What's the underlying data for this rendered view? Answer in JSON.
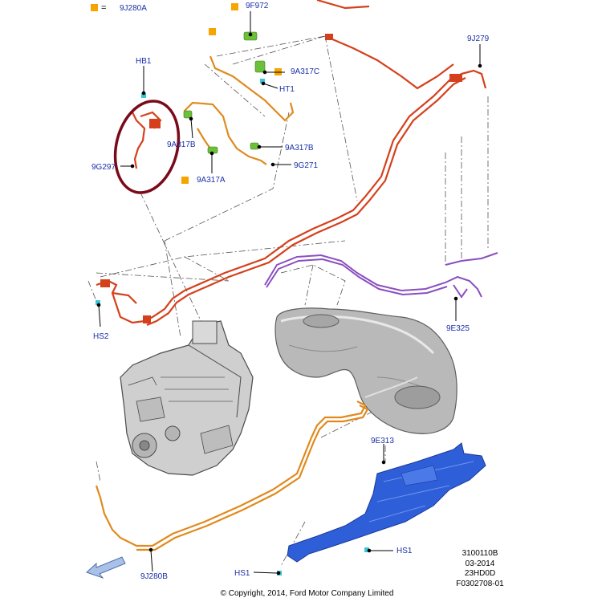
{
  "legend": {
    "equals": "=",
    "code": "9J280A",
    "marker_color": "#f5a400"
  },
  "labels": {
    "f972": "9F972",
    "hb1": "HB1",
    "a317c": "9A317C",
    "ht1": "HT1",
    "a317b_top": "9A317B",
    "a317b_right": "9A317B",
    "g297": "9G297",
    "g271": "9G271",
    "a317a": "9A317A",
    "j279": "9J279",
    "hs2": "HS2",
    "e325": "9E325",
    "e313": "9E313",
    "hs1_right": "HS1",
    "hs1_left": "HS1",
    "j280b": "9J280B"
  },
  "reference": [
    "3100110B",
    "03-2014",
    "23HD0D",
    "F0302708-01"
  ],
  "copyright": "© Copyright, 2014, Ford Motor Company Limited",
  "colors": {
    "fuel_line": "#d5401c",
    "vapor_line": "#e08a1e",
    "purge_line": "#8a4fc0",
    "shield": "#2f5fd8",
    "highlight_ring": "#7a0a1a",
    "label": "#1a2fa8",
    "connector_green": "#6cc03a",
    "clip_cyan": "#38c6d8"
  },
  "icons": [
    "direction-arrow-icon",
    "legend-marker-icon"
  ]
}
